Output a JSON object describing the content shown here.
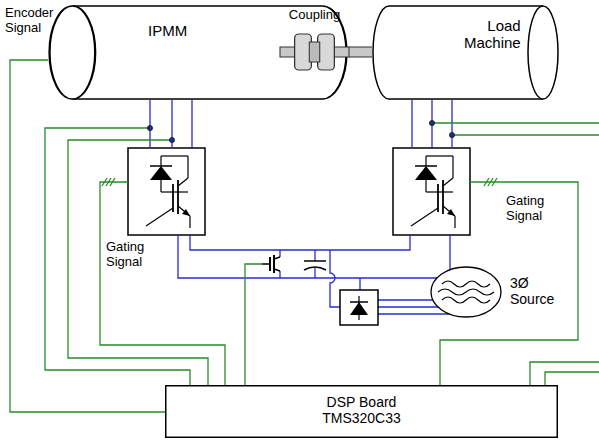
{
  "diagram": {
    "nodes": [
      {
        "text": [
          "IPMM"
        ]
      },
      {
        "text": [
          "Coupling"
        ]
      },
      {
        "text": [
          "Load Machine"
        ]
      },
      {
        "text": [
          "3Ø Source"
        ]
      },
      {
        "text": [
          "DSP Board TMS320C33"
        ]
      }
    ],
    "edges": [
      {
        "from": 0,
        "to": 1,
        "arrow": "none"
      },
      {
        "from": 1,
        "to": 2,
        "arrow": "none"
      },
      {
        "from": 0,
        "to": 4,
        "arrow": "none"
      }
    ],
    "labels": [
      "Encoder Signal",
      "Gating Signal",
      "Gating Signal"
    ]
  }
}
